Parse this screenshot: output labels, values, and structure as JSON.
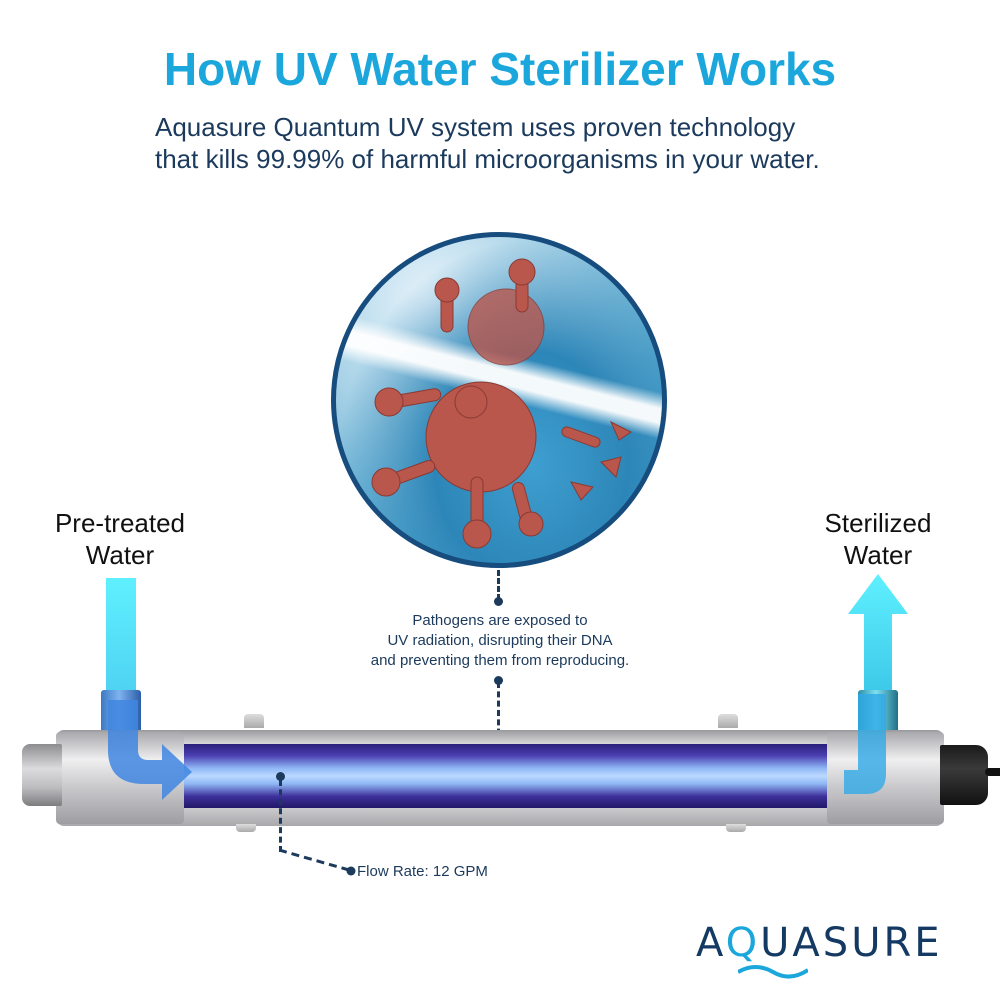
{
  "header": {
    "title": "How UV Water Sterilizer Works",
    "title_color": "#1ba7dc",
    "subtitle_lines": [
      "Aquasure Quantum UV system uses proven technology",
      "that kills 99.99% of harmful microorganisms in your water."
    ]
  },
  "diagram": {
    "inlet_label": [
      "Pre-treated",
      "Water"
    ],
    "outlet_label": [
      "Sterilized",
      "Water"
    ],
    "pathogen_callout": [
      "Pathogens are exposed to",
      "UV radiation, disrupting their DNA",
      "and preventing them from reproducing."
    ],
    "flow_rate_label": "Flow Rate: 12 GPM",
    "colors": {
      "arrow": "#4fe3f7",
      "callout_text": "#1b3a5c",
      "circle_border": "#164c7e",
      "uv_chamber": "#4b3fb2"
    },
    "icons": {
      "inlet": "arrow-down-right-icon",
      "outlet": "arrow-up-icon",
      "magnified_view": "virus-icon"
    }
  },
  "brand": {
    "logo_text_pre": "A",
    "logo_text_q": "Q",
    "logo_text_post": "UASURE",
    "color_primary": "#143a63",
    "color_accent": "#1ba7dc"
  }
}
